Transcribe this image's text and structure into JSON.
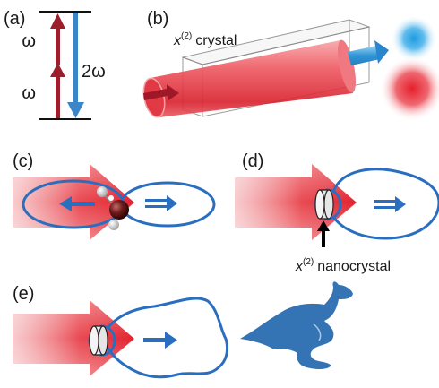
{
  "panels": [
    {
      "id": "a",
      "label": "(a)"
    },
    {
      "id": "b",
      "label": "(b)"
    },
    {
      "id": "c",
      "label": "(c)"
    },
    {
      "id": "d",
      "label": "(d)"
    },
    {
      "id": "e",
      "label": "(e)"
    }
  ],
  "energy_diagram": {
    "photon_label_upper": "ω",
    "photon_label_lower": "ω",
    "harmonic_label": "2ω"
  },
  "crystal_label": {
    "symbol": "x",
    "superscript": "(2)",
    "text": "crystal"
  },
  "nanocrystal_label": {
    "symbol": "x",
    "superscript": "(2)",
    "text": "nanocrystal"
  },
  "colors": {
    "fundamental_red": "#e8343e",
    "harmonic_blue": "#1f7fc6",
    "pattern_outline": "#2a6fbf",
    "energy_up_arrow": "#9b1e2c",
    "energy_down_arrow": "#3a86c8",
    "kangaroo": "#3474b4"
  },
  "icons": [
    "molecule-icon",
    "kangaroo-icon",
    "black-pointer-arrow"
  ]
}
